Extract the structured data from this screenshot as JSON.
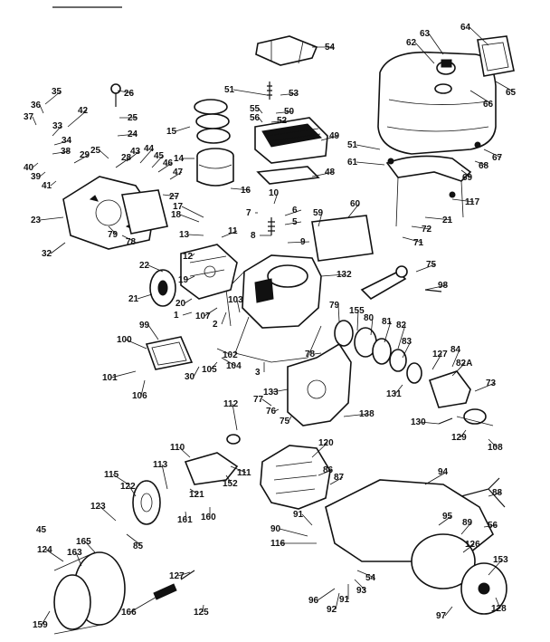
{
  "diagram": {
    "corner_mark": "45",
    "callouts": [
      "54",
      "63",
      "64",
      "62",
      "65",
      "66",
      "26",
      "35",
      "25",
      "36",
      "42",
      "37",
      "33",
      "24",
      "34",
      "38",
      "40",
      "39",
      "41",
      "29",
      "25",
      "28",
      "43",
      "44",
      "45",
      "46",
      "47",
      "15",
      "14",
      "27",
      "23",
      "32",
      "79",
      "78",
      "51",
      "55",
      "56",
      "53",
      "50",
      "52",
      "49",
      "51",
      "61",
      "67",
      "68",
      "69",
      "117",
      "48",
      "16",
      "10",
      "17",
      "18",
      "7",
      "6",
      "5",
      "59",
      "60",
      "21",
      "72",
      "71",
      "8",
      "9",
      "13",
      "11",
      "12",
      "22",
      "21",
      "19",
      "20",
      "1",
      "132",
      "75",
      "98",
      "99",
      "100",
      "101",
      "106",
      "107",
      "2",
      "103",
      "102",
      "104",
      "105",
      "30",
      "3",
      "78",
      "79",
      "155",
      "80",
      "81",
      "82",
      "83",
      "127",
      "84",
      "82A",
      "131",
      "73",
      "133",
      "77",
      "76",
      "75",
      "138",
      "130",
      "129",
      "108",
      "112",
      "110",
      "111",
      "152",
      "120",
      "115",
      "113",
      "121",
      "122",
      "123",
      "165",
      "161",
      "160",
      "85",
      "86",
      "87",
      "94",
      "88",
      "91",
      "95",
      "56",
      "89",
      "90",
      "116",
      "126",
      "124",
      "163",
      "127",
      "153",
      "54",
      "93",
      "91",
      "92",
      "96",
      "97",
      "128",
      "166",
      "125",
      "159"
    ]
  }
}
